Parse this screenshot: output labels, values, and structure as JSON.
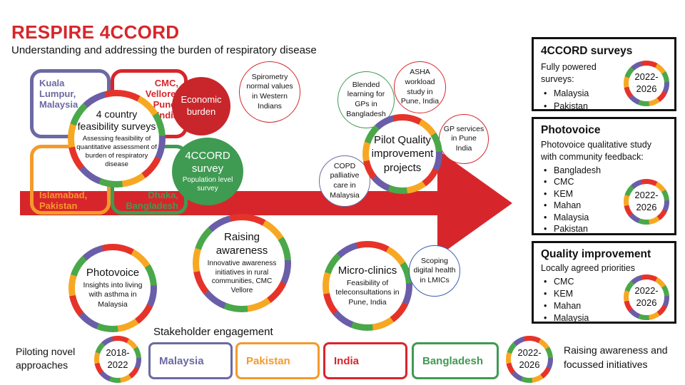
{
  "header": {
    "title": "RESPIRE 4CCORD",
    "subtitle": "Understanding and addressing the burden of respiratory disease"
  },
  "colors": {
    "red": "#d7262b",
    "orange": "#f39a2b",
    "green": "#3f9a52",
    "purple": "#6b6aa3",
    "dark_red": "#c8262b"
  },
  "sites": {
    "kuala_lumpur": "Kuala Lumpur, Malaysia",
    "cmc": "CMC, Vellore, KEM, Pune, India",
    "islamabad": "Islamabad, Pakistan",
    "dhaka": "Dhaka, Bangladesh"
  },
  "feasibility": {
    "title": "4 country feasibility surveys",
    "desc": "Assessing feasibility of quantitative assessment of burden of respiratory disease"
  },
  "economic": {
    "label": "Economic burden"
  },
  "survey4ccord": {
    "title": "4CCORD survey",
    "desc": "Population level survey"
  },
  "spirometry": {
    "label": "Spirometry normal values in Western Indians"
  },
  "pilot": {
    "title": "Pilot Quality improvement projects",
    "blended": "Blended learning for GPs in Bangladesh",
    "asha": "ASHA workload study in Pune, India",
    "gp": "GP services in Pune India",
    "copd": "COPD palliative care in Malaysia"
  },
  "photovoice_circle": {
    "title": "Photovoice",
    "desc": "Insights into living with asthma in Malaysia"
  },
  "raising": {
    "title": "Raising awareness",
    "desc": "Innovative awareness initiatives in rural communities, CMC Vellore"
  },
  "microclinics": {
    "title": "Micro-clinics",
    "desc": "Feasibility of teleconsultations in Pune, India"
  },
  "scoping": {
    "label": "Scoping digital health in LMICs"
  },
  "side_boxes": {
    "surveys": {
      "title": "4CCORD surveys",
      "desc": "Fully powered surveys:",
      "items": [
        "Malaysia",
        "Pakistan"
      ],
      "period": "2022-2026"
    },
    "photovoice": {
      "title": "Photovoice",
      "desc": "Photovoice qualitative study with community feedback:",
      "items": [
        "Bangladesh",
        "CMC",
        "KEM",
        "Mahan",
        "Malaysia",
        "Pakistan"
      ],
      "period": "2022-2026"
    },
    "quality": {
      "title": "Quality improvement",
      "desc": "Locally agreed priorities",
      "items": [
        "CMC",
        "KEM",
        "Mahan",
        "Malaysia"
      ],
      "period": "2022-2026"
    }
  },
  "footer": {
    "stakeholder": "Stakeholder engagement",
    "piloting": "Piloting novel approaches",
    "period_left": "2018-2022",
    "countries": [
      "Malaysia",
      "Pakistan",
      "India",
      "Bangladesh"
    ],
    "period_right": "2022-2026",
    "raising": "Raising awareness and focussed initiatives"
  }
}
